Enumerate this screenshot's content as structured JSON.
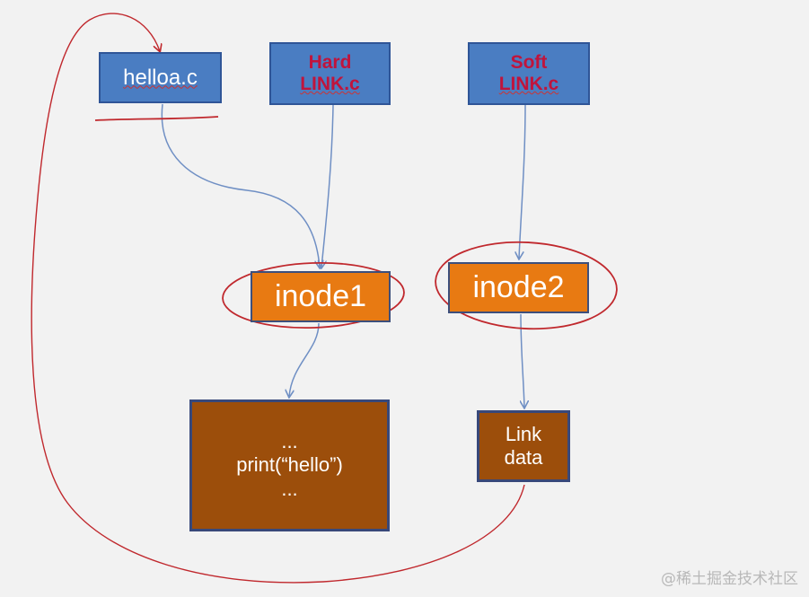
{
  "boxes": {
    "helloa": "helloa.c",
    "hard_line1": "Hard",
    "hard_line2": "LINK.c",
    "soft_line1": "Soft",
    "soft_line2": "LINK.c",
    "inode1": "inode1",
    "inode2": "inode2",
    "code_line1": "...",
    "code_line2": "print(“hello”)",
    "code_line3": "...",
    "link_line1": "Link",
    "link_line2": "data"
  },
  "watermark": "@稀土掘金技术社区",
  "colors": {
    "background": "#f2f2f2",
    "file_box": "#4a7dc2",
    "inode_box": "#e87a12",
    "data_box": "#9c4e0b",
    "arrow": "#6f8fc4",
    "annotation": "#c0282d"
  }
}
